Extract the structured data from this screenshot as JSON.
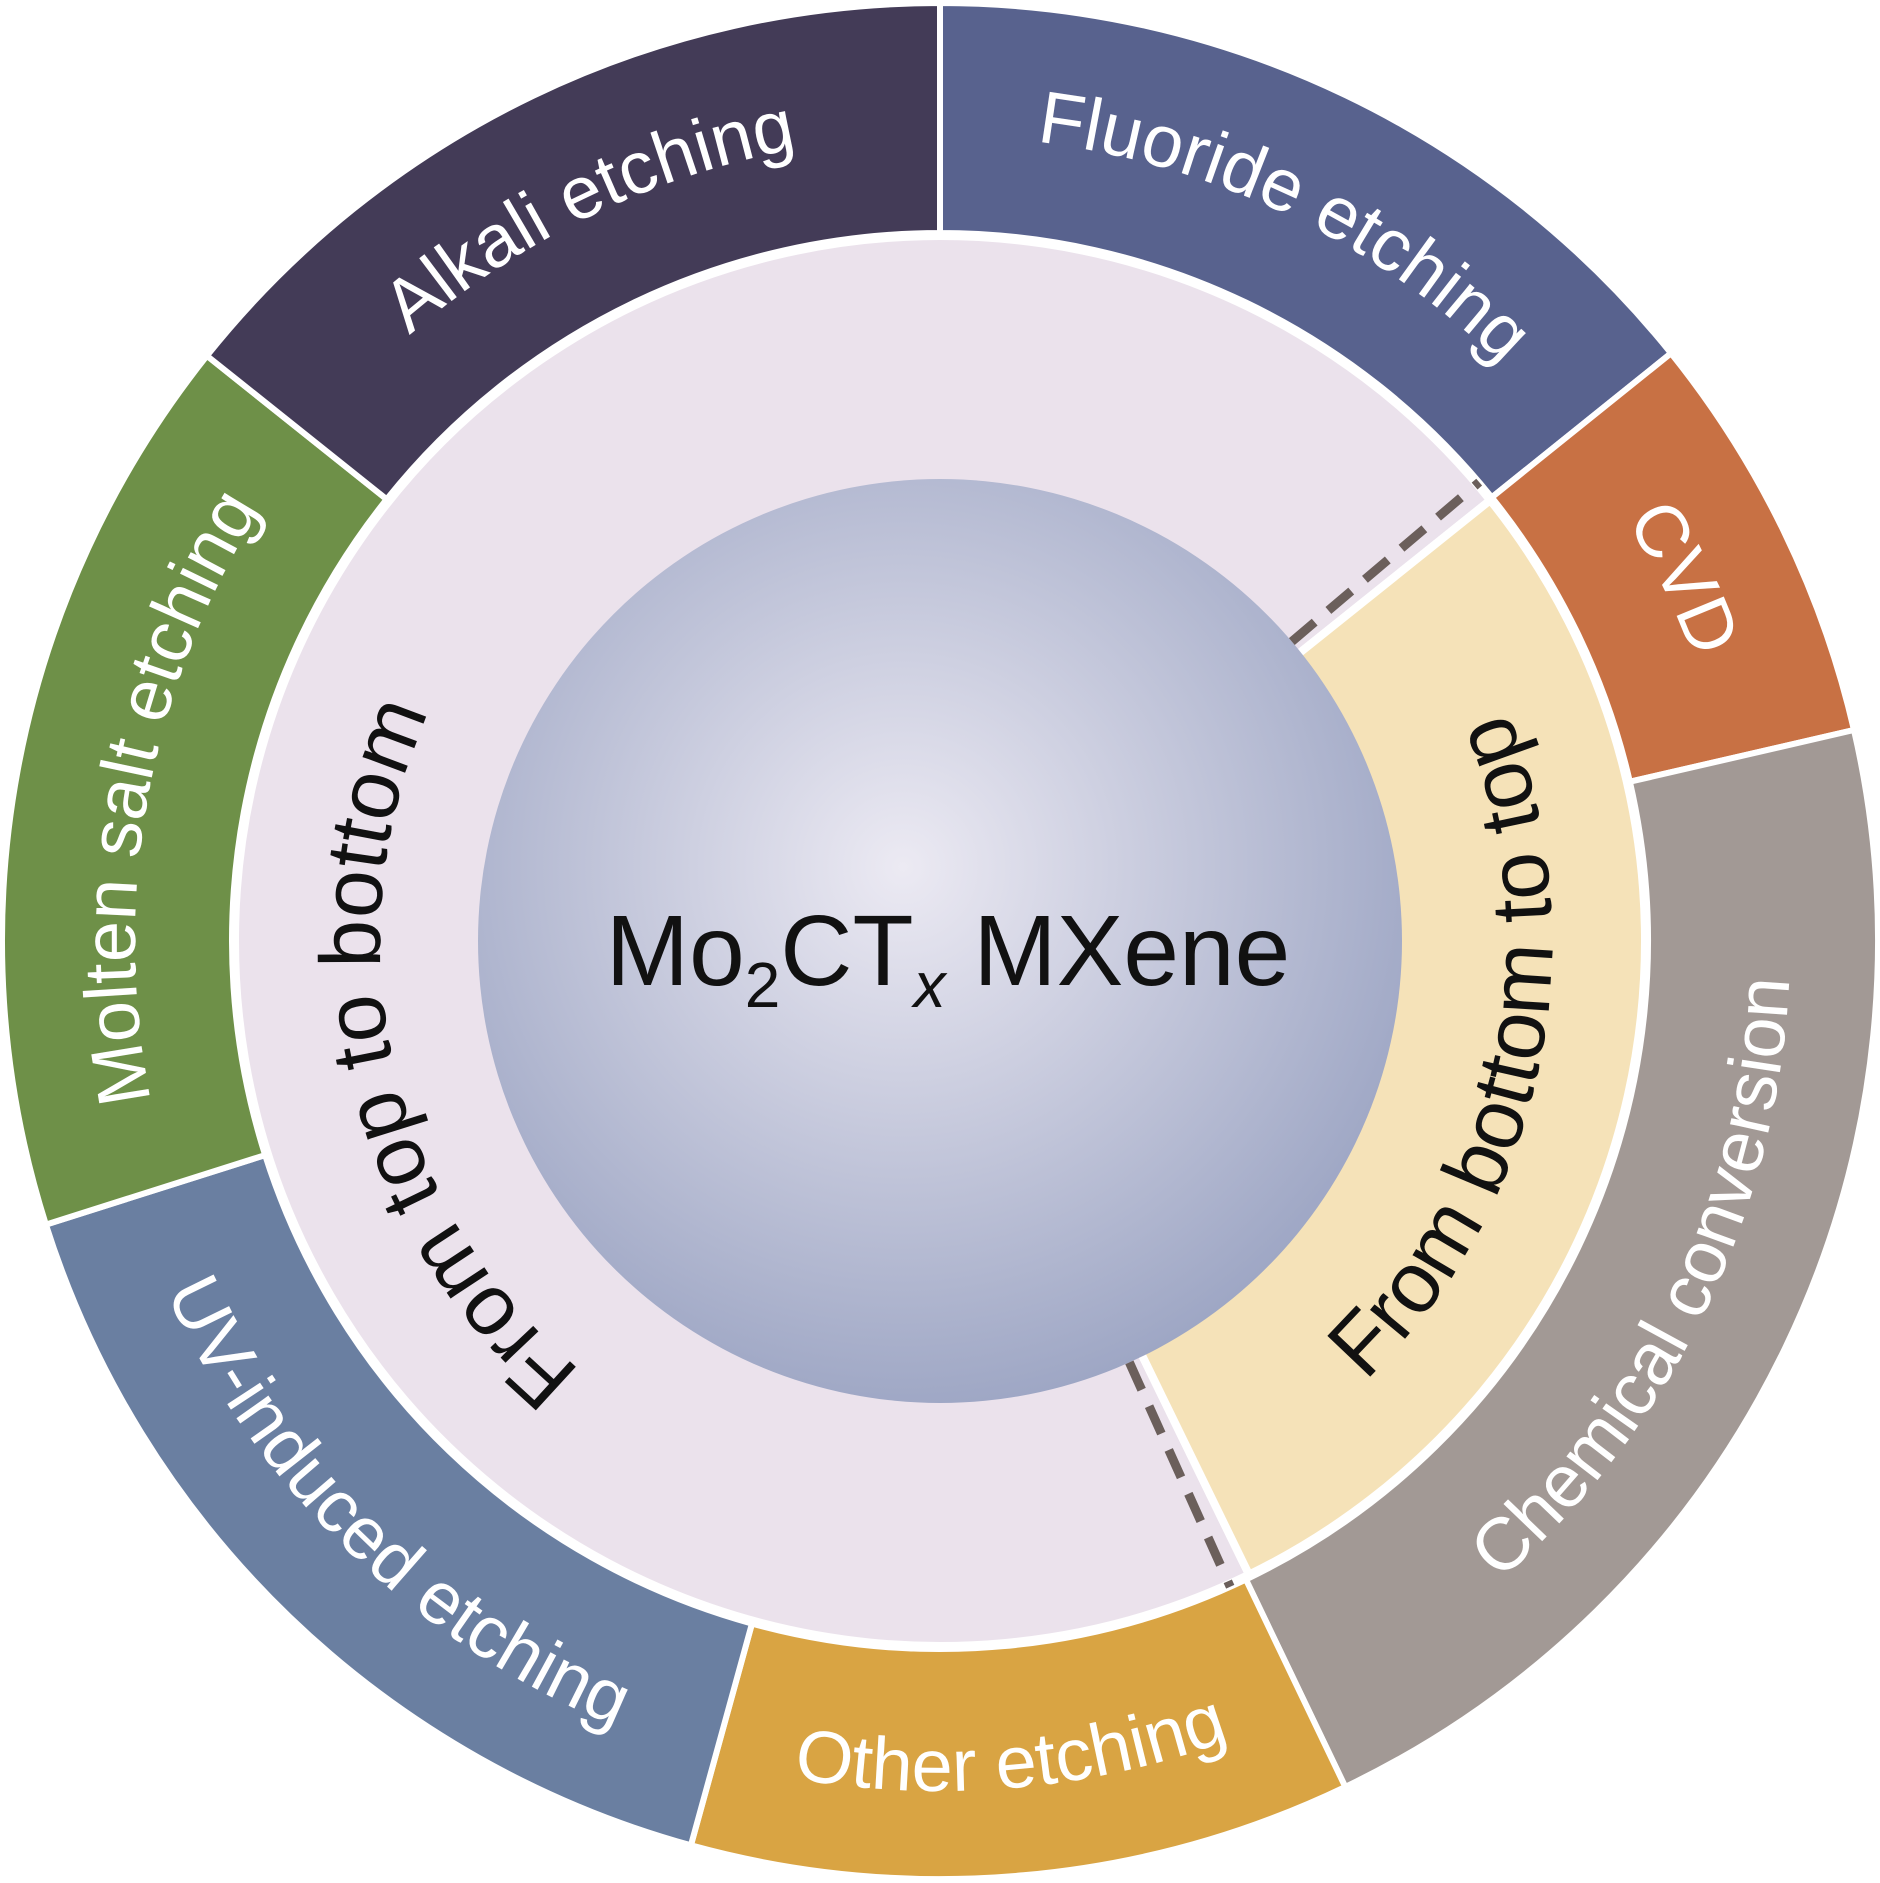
{
  "center": {
    "part1": "Mo",
    "sub": "2",
    "part2": "CT",
    "sub_italic": "x",
    "part3": " MXene"
  },
  "inner_ring": [
    {
      "label": "From top to bottom",
      "color": "#ebe2ec"
    },
    {
      "label": "From bottom to top",
      "color": "#f5e2b8"
    }
  ],
  "outer_ring": [
    {
      "label": "Fluoride etching",
      "color": "#58628e"
    },
    {
      "label": "CVD",
      "color": "#c87144"
    },
    {
      "label": "Chemical conversion",
      "color": "#a29995"
    },
    {
      "label": "Other etching",
      "color": "#d9a443"
    },
    {
      "label": "UV-induced etching",
      "color": "#6a7fa1"
    },
    {
      "label": "Molten salt etching",
      "color": "#6e9048"
    },
    {
      "label": "Alkali etching",
      "color": "#433b57"
    }
  ],
  "colors": {
    "sphere_center": "#eceaf3",
    "sphere_edge": "#9aa3c2",
    "dash": "#6b5f5b"
  }
}
